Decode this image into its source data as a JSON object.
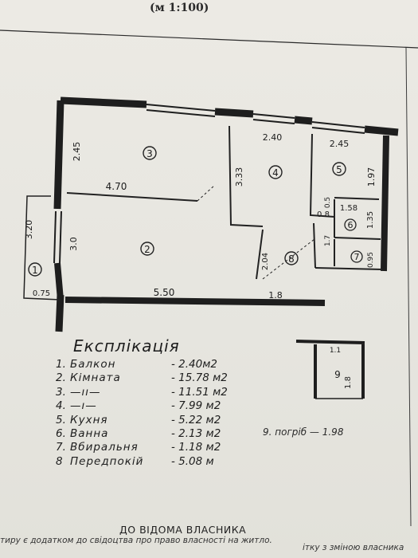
{
  "scale": "(м 1:100)",
  "rooms": {
    "r1": "1",
    "r2": "2",
    "r3": "3",
    "r4": "4",
    "r5": "5",
    "r6": "6",
    "r7": "7",
    "r8": "8",
    "r9": "9"
  },
  "dimensions": {
    "d245_left": "2.45",
    "d470": "4.70",
    "d240": "2.40",
    "d245_top": "2.45",
    "d333": "3.33",
    "d197": "1.97",
    "d320": "3.20",
    "d30": "3.0",
    "d075": "0.75",
    "d550": "5.50",
    "d18": "1.8",
    "d204": "2.04",
    "d08": "0.8",
    "d05": "0.5",
    "d158": "1.58",
    "d135": "1.35",
    "d17": "1.7",
    "d095": "0.95",
    "d11": "1.1",
    "d18b": "1.8"
  },
  "explication": {
    "title": "Експлікація",
    "items": [
      {
        "num": "1.",
        "name": "Балкон",
        "area": "- 2.40м2"
      },
      {
        "num": "2.",
        "name": "Кімната",
        "area": "- 15.78 м2"
      },
      {
        "num": "3.",
        "name": "—ıı—",
        "area": "- 11.51 м2"
      },
      {
        "num": "4.",
        "name": "—ı—",
        "area": "- 7.99 м2"
      },
      {
        "num": "5.",
        "name": "Кухня",
        "area": "- 5.22 м2"
      },
      {
        "num": "6.",
        "name": "Ванна",
        "area": "- 2.13 м2"
      },
      {
        "num": "7.",
        "name": "Вбиральня",
        "area": "- 1.18 м2"
      },
      {
        "num": "8",
        "name": "Передпокій",
        "area": "- 5.08 м"
      }
    ],
    "cellar": "9. погріб — 1.98"
  },
  "footer": {
    "title": "ДО ВІДОМА ВЛАСНИКА",
    "line1": "тиру є додатком до свідоцтва про право власності на житло.",
    "line2": "ітку з зміною власника"
  }
}
